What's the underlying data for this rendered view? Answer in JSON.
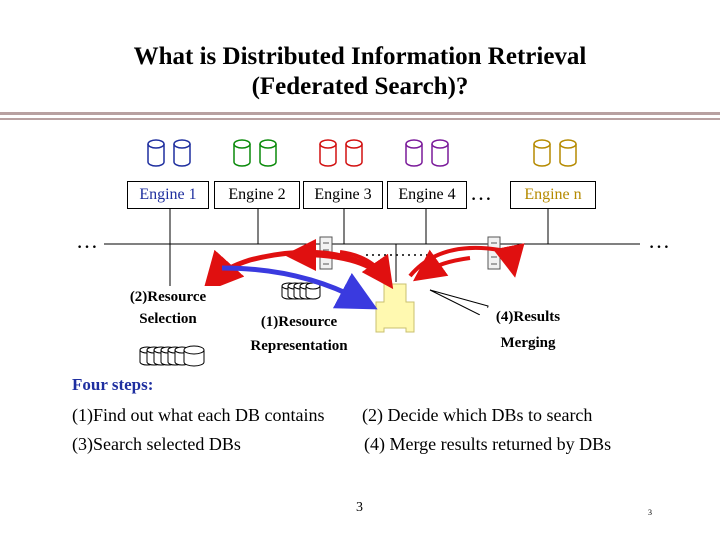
{
  "title": {
    "line1": "What is Distributed Information Retrieval",
    "line2": "(Federated Search)?"
  },
  "engines": [
    {
      "label": "Engine 1",
      "color": "#1f2f9f"
    },
    {
      "label": "Engine 2",
      "color": "#0a8a0a"
    },
    {
      "label": "Engine 3",
      "color": "#d21010"
    },
    {
      "label": "Engine 4",
      "color": "#7a1a9a"
    },
    {
      "label": "Engine n",
      "color": "#b58a00"
    }
  ],
  "ellipsis": "…",
  "labels": {
    "resource_selection_1": "(2)Resource",
    "resource_selection_2": "Selection",
    "resource_representation_1": "(1)Resource",
    "resource_representation_2": "Representation",
    "results_merging_1": "(4)Results",
    "results_merging_2": "Merging"
  },
  "steps": {
    "heading": "Four steps:",
    "step1": "(1)Find out what each DB contains",
    "step2": "(2) Decide which DBs to search",
    "step3": "(3)Search selected DBs",
    "step4": "(4) Merge results returned by DBs"
  },
  "footer": {
    "page_number": "3",
    "small_number": "3"
  },
  "colors": {
    "arrow_red": "#e01010",
    "arrow_blue": "#3a3adf",
    "user_fill": "#fff9b0",
    "header_rule": "#b8a1a1"
  }
}
